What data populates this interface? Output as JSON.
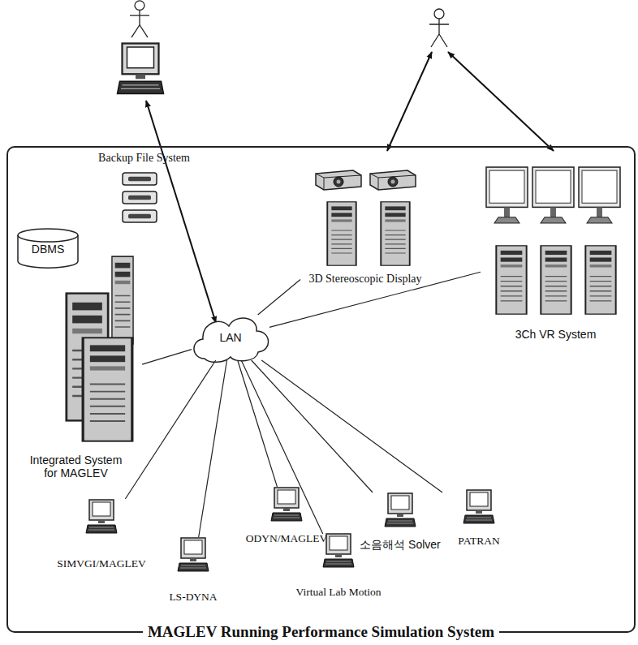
{
  "diagram": {
    "nodes": [
      {
        "text": [
          "MAGLEV Running Performance Simulation System"
        ]
      },
      {
        "text": [
          "LAN"
        ],
        "in": 0
      },
      {
        "text": [
          "Integrated System for MAGLEV"
        ],
        "in": 0
      },
      {
        "text": [
          "DBMS"
        ],
        "in": 0
      },
      {
        "text": [
          "Backup File System"
        ],
        "in": 0
      },
      {
        "text": [
          "3D Stereoscopic Display"
        ],
        "in": 0
      },
      {
        "text": [
          "3Ch VR System"
        ],
        "in": 0
      },
      {
        "text": [
          "SIMVGI/MAGLEV"
        ],
        "in": 0
      },
      {
        "text": [
          "LS-DYNA"
        ],
        "in": 0
      },
      {
        "text": [
          "ODYN/MAGLEV"
        ],
        "in": 0
      },
      {
        "text": [
          "Virtual Lab Motion"
        ],
        "in": 0
      },
      {
        "text": [
          "소음해석 Solver"
        ],
        "in": 0
      },
      {
        "text": [
          "PATRAN"
        ],
        "in": 0
      }
    ],
    "edges": [
      {
        "from": 1,
        "to": 2,
        "arrow": "none"
      },
      {
        "from": 1,
        "to": 5,
        "arrow": "none"
      },
      {
        "from": 1,
        "to": 6,
        "arrow": "none"
      },
      {
        "from": 1,
        "to": 7,
        "arrow": "none"
      },
      {
        "from": 1,
        "to": 8,
        "arrow": "none"
      },
      {
        "from": 1,
        "to": 9,
        "arrow": "none"
      },
      {
        "from": 1,
        "to": 10,
        "arrow": "none"
      },
      {
        "from": 1,
        "to": 11,
        "arrow": "none"
      },
      {
        "from": 1,
        "to": 12,
        "arrow": "none"
      }
    ]
  }
}
